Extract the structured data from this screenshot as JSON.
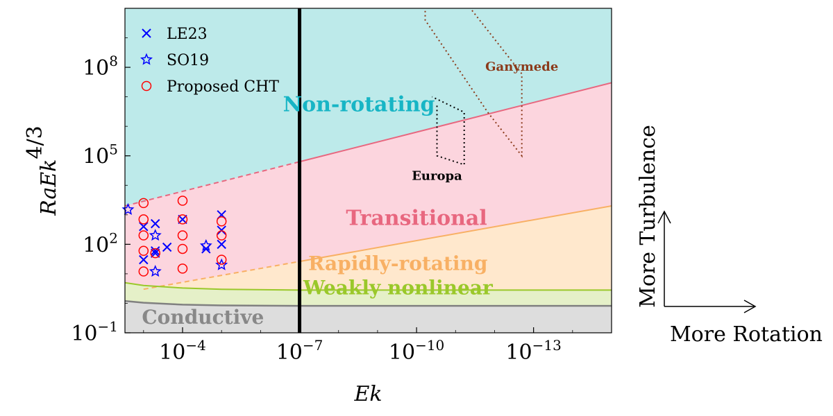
{
  "chart_data": {
    "type": "scatter",
    "xlabel": "Ek",
    "ylabel": "RaEk^{4/3}",
    "x_scale": "log",
    "y_scale": "log",
    "x_axis_reversed": true,
    "xlim": [
      0.003,
      1e-15
    ],
    "ylim": [
      0.1,
      10000000000.0
    ],
    "x_ticks": [
      {
        "value": 0.0001,
        "base": "10",
        "exp": "−4"
      },
      {
        "value": 1e-07,
        "base": "10",
        "exp": "−7"
      },
      {
        "value": 1e-10,
        "base": "10",
        "exp": "−10"
      },
      {
        "value": 1e-13,
        "base": "10",
        "exp": "−13"
      }
    ],
    "y_ticks": [
      {
        "value": 0.1,
        "base": "10",
        "exp": "−1"
      },
      {
        "value": 100,
        "base": "10",
        "exp": "2"
      },
      {
        "value": 100000,
        "base": "10",
        "exp": "5"
      },
      {
        "value": 100000000.0,
        "base": "10",
        "exp": "8"
      }
    ],
    "grid": false,
    "legend": {
      "placement": "top-left",
      "entries": [
        {
          "label": "LE23",
          "marker": "x",
          "color": "#0000ff"
        },
        {
          "label": "SO19",
          "marker": "star",
          "color": "#0000ff"
        },
        {
          "label": "Proposed CHT",
          "marker": "circle",
          "color": "#ff0000"
        }
      ]
    },
    "vertical_line": {
      "x": 1e-07
    },
    "regions": [
      {
        "label": "Non-rotating",
        "color": "#bdeaea",
        "text_color": "#17b5c5"
      },
      {
        "label": "Transitional",
        "color": "#fcd5de",
        "text_color": "#e8677f"
      },
      {
        "label": "Rapidly-rotating",
        "color": "#ffe8cd",
        "text_color": "#f8b064"
      },
      {
        "label": "Weakly nonlinear",
        "color": "#e5f0c8",
        "text_color": "#9ac82a"
      },
      {
        "label": "Conductive",
        "color": "#dddddd",
        "text_color": "#888888"
      }
    ],
    "boundaries": [
      {
        "name": "non-rotating / transitional",
        "color": "#e8677f",
        "points": [
          [
            0.003,
            2000
          ],
          [
            1e-15,
            30000000.0
          ]
        ]
      },
      {
        "name": "transitional / rapidly-rotating",
        "color": "#f8b064",
        "points": [
          [
            0.001,
            3
          ],
          [
            1e-15,
            2000
          ]
        ]
      },
      {
        "name": "weakly nonlinear upper",
        "color": "#9ac82a",
        "points": [
          [
            0.003,
            5
          ],
          [
            0.001,
            4
          ],
          [
            0.0001,
            3.3
          ],
          [
            1e-05,
            3.0
          ],
          [
            1e-07,
            2.8
          ],
          [
            1e-15,
            2.8
          ]
        ]
      },
      {
        "name": "conductive upper",
        "color": "#808080",
        "points": [
          [
            0.003,
            1.2
          ],
          [
            0.001,
            1.05
          ],
          [
            0.0001,
            0.9
          ],
          [
            1e-05,
            0.85
          ],
          [
            1e-07,
            0.82
          ],
          [
            1e-15,
            0.82
          ]
        ]
      }
    ],
    "planets": [
      {
        "label": "Ganymede",
        "color": "#8b3a1a",
        "outline": [
          [
            6e-11,
            30000000000.0
          ],
          [
            6e-11,
            4000000000.0
          ],
          [
            1.5e-12,
            3000000.0
          ],
          [
            2e-13,
            100000.0
          ],
          [
            2e-13,
            60000000.0
          ],
          [
            8e-12,
            30000000000.0
          ]
        ]
      },
      {
        "label": "Europa",
        "color": "#000000",
        "outline": [
          [
            3e-11,
            5000000.0
          ],
          [
            3e-11,
            100000.0
          ],
          [
            6e-12,
            50000.0
          ],
          [
            6e-12,
            3000000.0
          ],
          [
            4e-11,
            10000000.0
          ]
        ]
      }
    ],
    "series": [
      {
        "name": "LE23",
        "marker": "x",
        "color": "#0000ff",
        "points": [
          [
            0.001,
            400
          ],
          [
            0.001,
            30
          ],
          [
            0.0005,
            500
          ],
          [
            0.0005,
            60
          ],
          [
            0.0005,
            50
          ],
          [
            0.00025,
            80
          ],
          [
            0.0001,
            700
          ],
          [
            2.5e-05,
            70
          ],
          [
            1e-05,
            1000
          ],
          [
            1e-05,
            300
          ],
          [
            1e-05,
            100
          ]
        ]
      },
      {
        "name": "SO19",
        "marker": "star",
        "color": "#0000ff",
        "points": [
          [
            0.0025,
            1500
          ],
          [
            0.0005,
            200
          ],
          [
            0.0005,
            12
          ],
          [
            1e-05,
            20
          ],
          [
            2.5e-05,
            90
          ]
        ]
      },
      {
        "name": "Proposed CHT",
        "marker": "circle",
        "color": "#ff0000",
        "points": [
          [
            0.001,
            2500
          ],
          [
            0.001,
            700
          ],
          [
            0.001,
            200
          ],
          [
            0.001,
            60
          ],
          [
            0.001,
            12
          ],
          [
            0.0005,
            50
          ],
          [
            0.0001,
            3000
          ],
          [
            0.0001,
            700
          ],
          [
            0.0001,
            200
          ],
          [
            0.0001,
            70
          ],
          [
            0.0001,
            15
          ],
          [
            1e-05,
            600
          ],
          [
            1e-05,
            200
          ],
          [
            1e-05,
            30
          ]
        ]
      }
    ]
  },
  "side_annotation": {
    "vertical_label": "More Turbulence",
    "horizontal_label": "More Rotation"
  }
}
